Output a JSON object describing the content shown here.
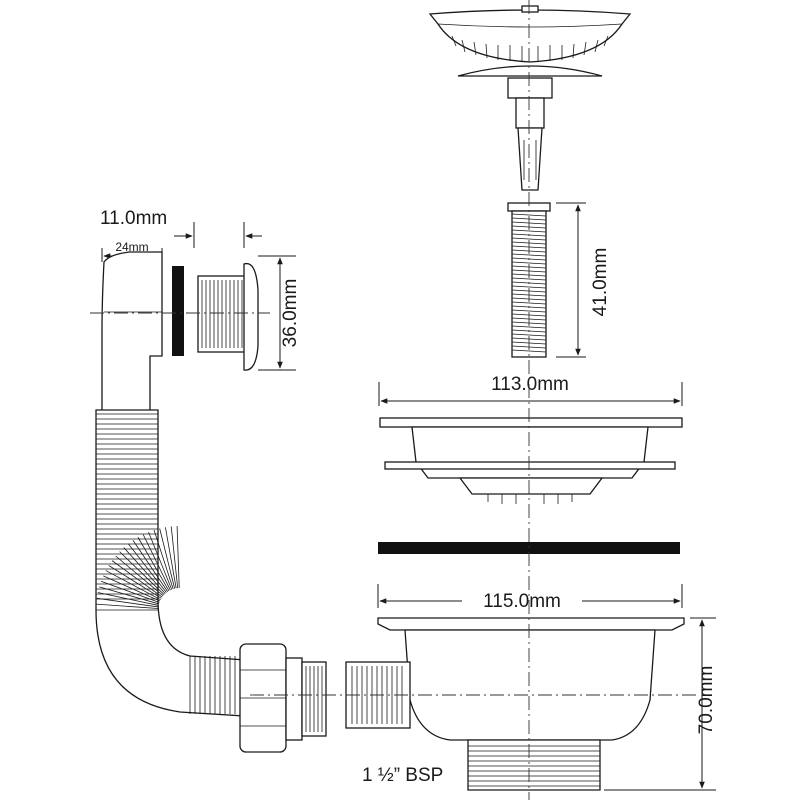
{
  "labels": {
    "dim_overflow_gap": "11.0mm",
    "dim_overflow_width": "24mm",
    "dim_overflow_height": "36.0mm",
    "dim_bolt_length": "41.0mm",
    "dim_flange_top": "113.0mm",
    "dim_flange_body": "115.0mm",
    "dim_body_height": "70.0mm",
    "thread_spec": "1 ½” BSP"
  },
  "colors": {
    "line": "#1a1a1a",
    "gasket": "#111111",
    "background": "#ffffff"
  }
}
